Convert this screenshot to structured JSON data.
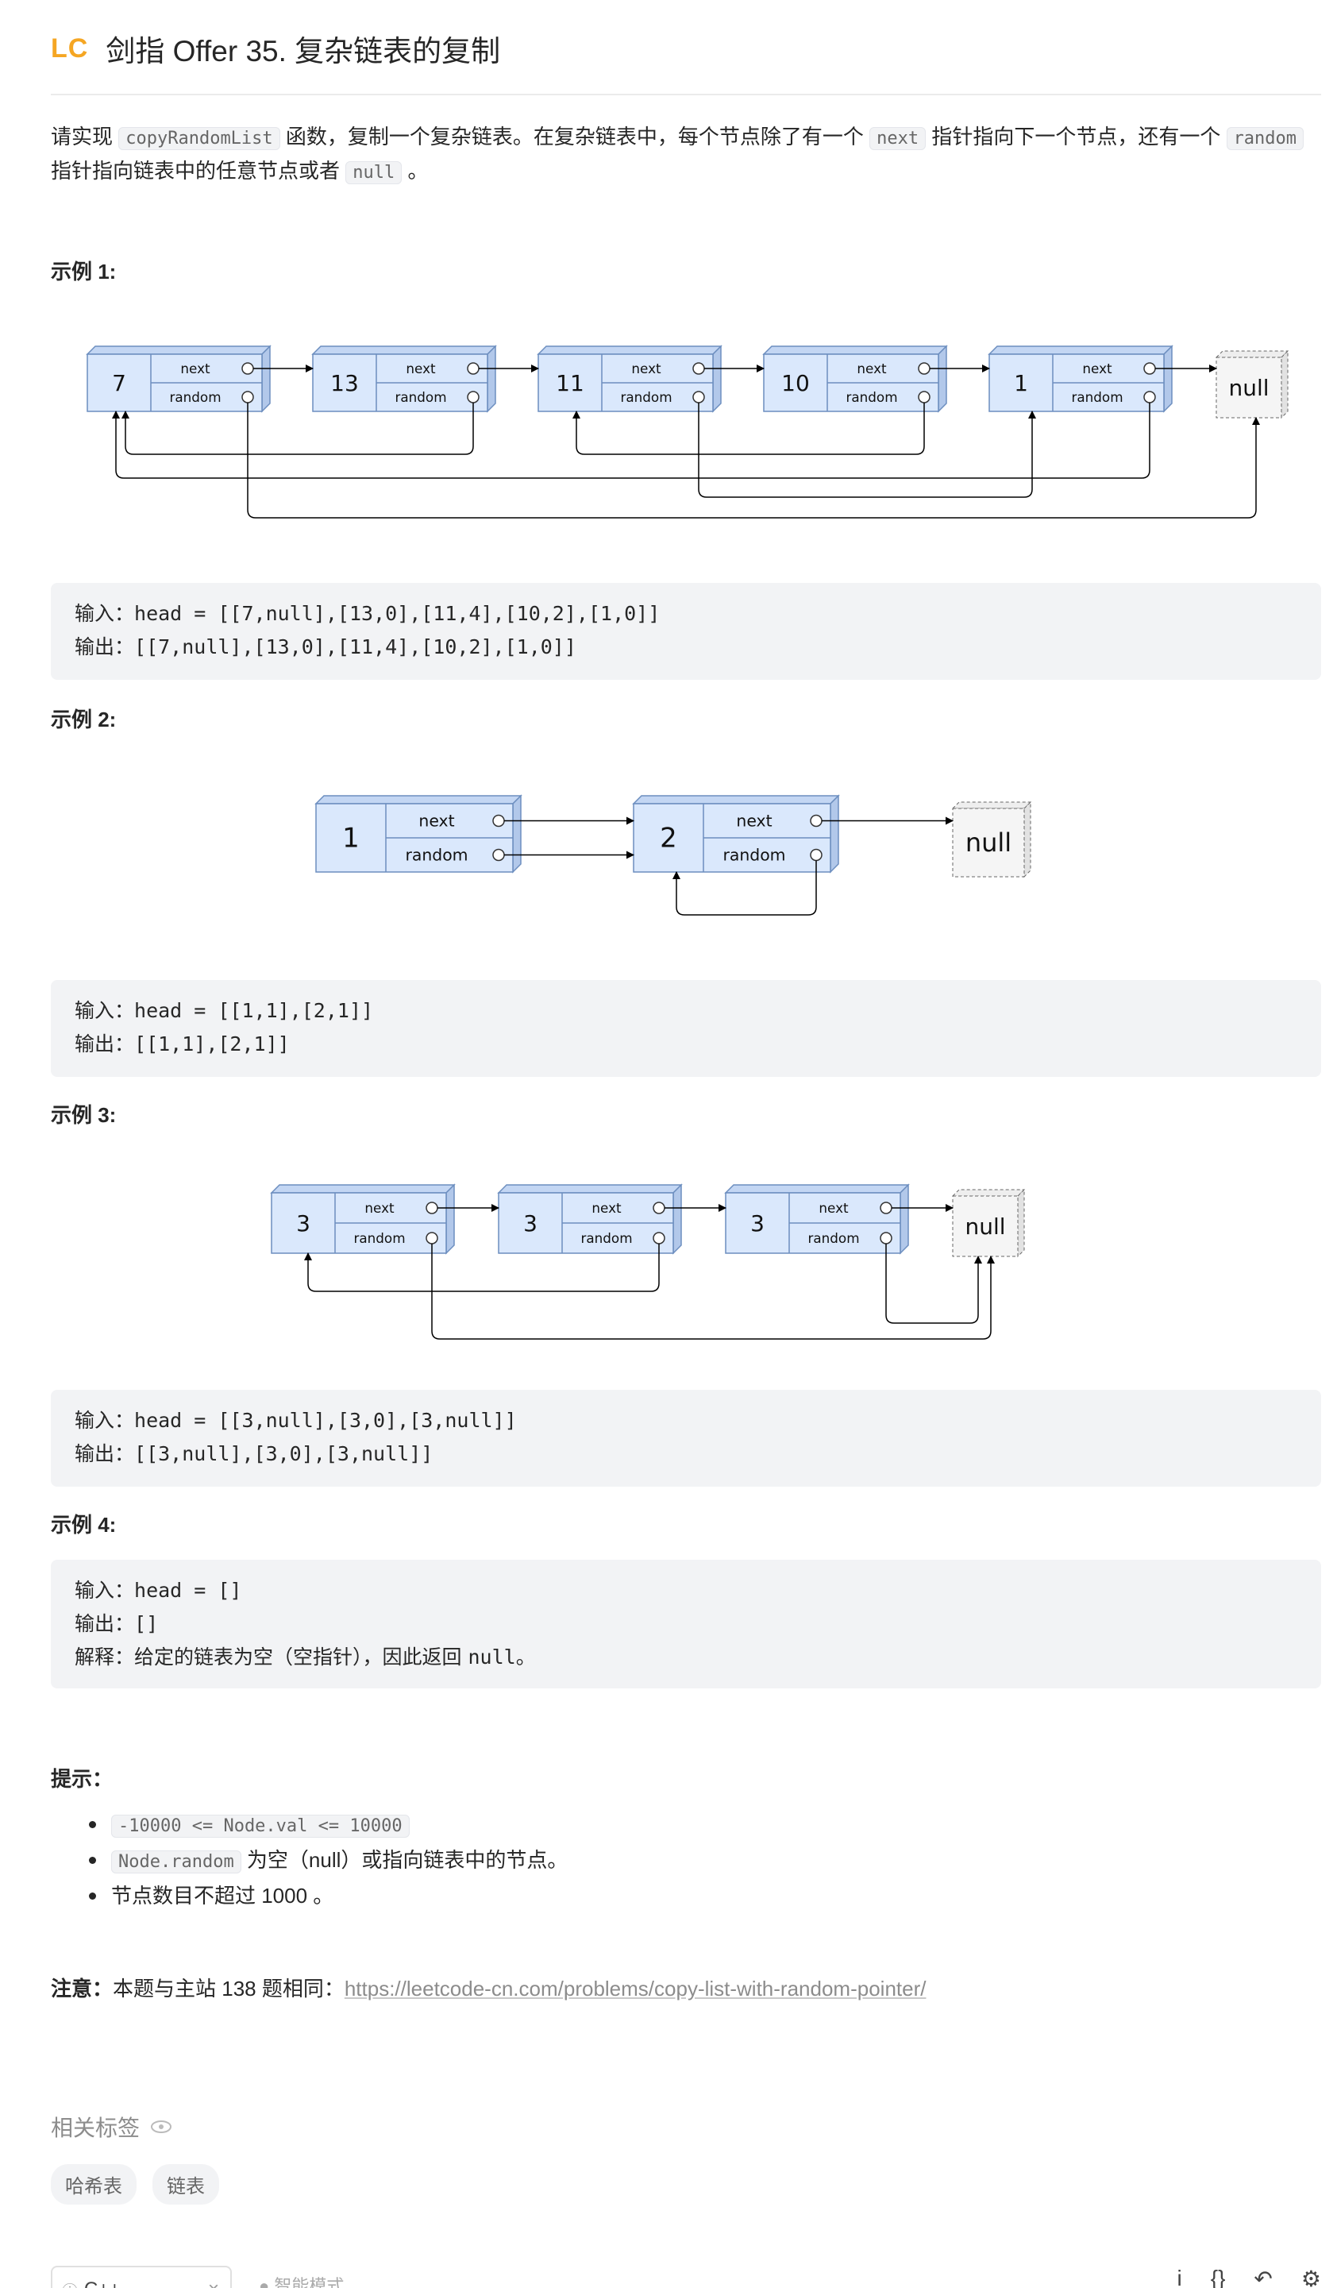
{
  "header": {
    "brand": "LC",
    "title": "剑指 Offer 35. 复杂链表的复制"
  },
  "description": {
    "t1": "请实现 ",
    "c1": "copyRandomList",
    "t2": " 函数，复制一个复杂链表。在复杂链表中，每个节点除了有一个 ",
    "c2": "next",
    "t3": " 指针指向下一个节点，还有一个 ",
    "c3": "random",
    "t4": " 指针指向链表中的任意节点或者 ",
    "c4": "null",
    "t5": " 。"
  },
  "diagram_labels": {
    "next": "next",
    "random": "random",
    "null": "null"
  },
  "examples": [
    {
      "heading": "示例 1:",
      "nodes": [
        "7",
        "13",
        "11",
        "10",
        "1"
      ],
      "input_label": "输入：",
      "input": "head = [[7,null],[13,0],[11,4],[10,2],[1,0]]",
      "output_label": "输出：",
      "output": "[[7,null],[13,0],[11,4],[10,2],[1,0]]"
    },
    {
      "heading": "示例 2:",
      "nodes": [
        "1",
        "2"
      ],
      "input_label": "输入：",
      "input": "head = [[1,1],[2,1]]",
      "output_label": "输出：",
      "output": "[[1,1],[2,1]]"
    },
    {
      "heading": "示例 3:",
      "nodes": [
        "3",
        "3",
        "3"
      ],
      "input_label": "输入：",
      "input": "head = [[3,null],[3,0],[3,null]]",
      "output_label": "输出：",
      "output": "[[3,null],[3,0],[3,null]]"
    },
    {
      "heading": "示例 4:",
      "input_label": "输入：",
      "input": "head = []",
      "output_label": "输出：",
      "output": "[]",
      "explain_label": "解释：",
      "explain_pre": "给定的链表为空（空指针），因此返回 ",
      "explain_code": "null",
      "explain_post": "。"
    }
  ],
  "tips": {
    "heading": "提示：",
    "item1_code": "-10000 <= Node.val <= 10000",
    "item2_code": "Node.random",
    "item2_text": " 为空（null）或指向链表中的节点。",
    "item3": "节点数目不超过 1000 。"
  },
  "note": {
    "label": "注意：",
    "text": "本题与主站 138 题相同：",
    "link": "https://leetcode-cn.com/problems/copy-list-with-random-pointer/"
  },
  "related": {
    "title": "相关标签",
    "tags": [
      "哈希表",
      "链表"
    ]
  },
  "editor_bar": {
    "lang": "C++",
    "mode": "智能模式"
  },
  "colors": {
    "brand": "#f5a623",
    "node_fill": "#dae8fc",
    "node_stroke": "#6c8ebf",
    "code_bg": "#f2f3f5"
  }
}
